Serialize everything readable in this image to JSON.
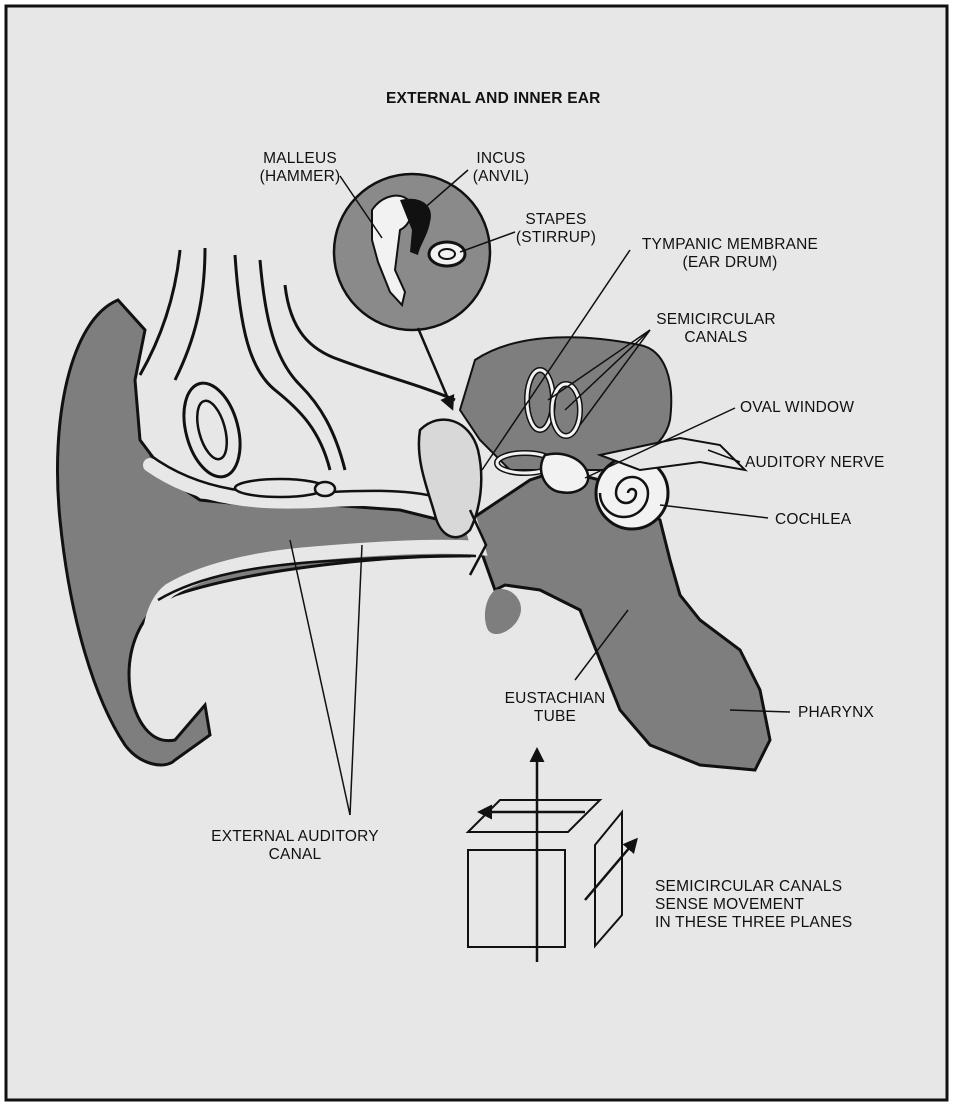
{
  "title": "EXTERNAL AND INNER EAR",
  "colors": {
    "background": "#e7e7e7",
    "tissue": "#7e7e7e",
    "inset": "#8a8a8a",
    "ink": "#111111"
  },
  "labels": {
    "malleus": [
      "MALLEUS",
      "(HAMMER)"
    ],
    "incus": [
      "INCUS",
      "(ANVIL)"
    ],
    "stapes": [
      "STAPES",
      "(STIRRUP)"
    ],
    "tympanic": [
      "TYMPANIC MEMBRANE",
      "(EAR DRUM)"
    ],
    "semicircular": [
      "SEMICIRCULAR",
      "CANALS"
    ],
    "oval_window": "OVAL WINDOW",
    "auditory_nerve": "AUDITORY NERVE",
    "cochlea": "COCHLEA",
    "eustachian": [
      "EUSTACHIAN",
      "TUBE"
    ],
    "pharynx": "PHARYNX",
    "external_canal": [
      "EXTERNAL AUDITORY",
      "CANAL"
    ],
    "planes_note": [
      "SEMICIRCULAR CANALS",
      "SENSE MOVEMENT",
      "IN THESE THREE PLANES"
    ]
  }
}
